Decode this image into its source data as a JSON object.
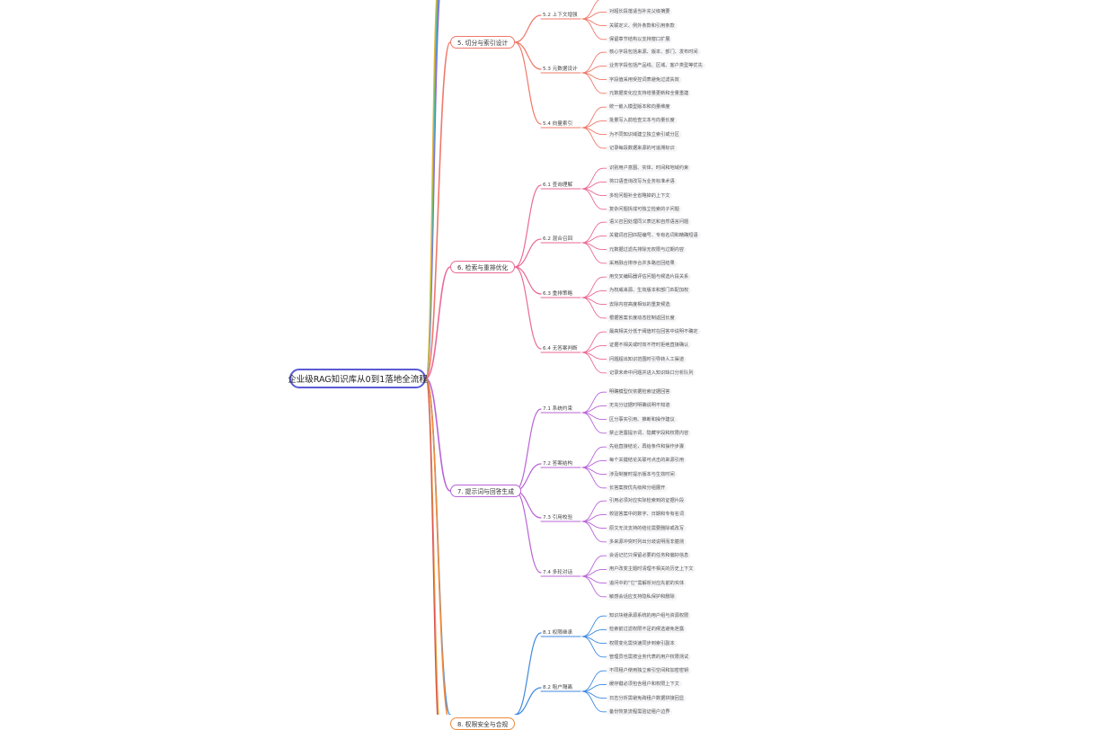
{
  "root": {
    "label": "企业级RAG知识库从0到1落地全流程"
  },
  "colors": {
    "root_border": "#5b5bd6",
    "s5": "#f0786a",
    "s6": "#ea6a96",
    "s7": "#b864d6",
    "s8": "#3f8ae0",
    "s9": "#f08a3c"
  },
  "sections": [
    {
      "key": "s5",
      "label": "5. 切分与索引设计",
      "subs": [
        {
          "label": "5.2 上下文增强",
          "leaves": [
            "",
            "对超长段落适当补充父级摘要",
            "关联定义、例外条款和引用条款",
            "保留章节结构以支持窗口扩展"
          ]
        },
        {
          "label": "5.3 元数据设计",
          "leaves": [
            "核心字段包括来源、版本、部门、发布时间",
            "业务字段包括产品线、区域、客户类型等优先",
            "字段值采用受控词表避免过滤失效",
            "元数据变化应支持增量更新和全量重建"
          ]
        },
        {
          "label": "5.4 向量索引",
          "leaves": [
            "统一嵌入模型版本和向量维度",
            "批量写入前检查文本与向量长度",
            "为不同知识域建立独立索引或分区",
            "记录每段数据来源的可追溯标识"
          ]
        }
      ]
    },
    {
      "key": "s6",
      "label": "6. 检索与重排优化",
      "subs": [
        {
          "label": "6.1 查询理解",
          "leaves": [
            "识别用户意图、实体、时间和地域约束",
            "将口语查询改写为业务标准术语",
            "多轮问题补全省略掉的上下文",
            "复杂问题拆成可独立检索的子问题"
          ]
        },
        {
          "label": "6.2 混合召回",
          "leaves": [
            "语义召回处理同义表达和自然语言问题",
            "关键词召回匹配编号、专有名词和精确短语",
            "元数据过滤先排除无权限与过期内容",
            "采用融合排序合并多路召回结果"
          ]
        },
        {
          "label": "6.3 重排策略",
          "leaves": [
            "用交叉编码器评估问题与候选片段关系",
            "为权威来源、生效版本和部门匹配加权",
            "去除内容高度相似的重复候选",
            "根据答案长度动态控制返回长度"
          ]
        },
        {
          "label": "6.4 无答案判断",
          "leaves": [
            "最高相关分低于阈值时在回答中说明不确定",
            "证据不相关或时效不符时拒绝直接确认",
            "问题超出知识范围时引导转人工渠道",
            "记录未命中问题并进入知识缺口分析队列"
          ]
        }
      ]
    },
    {
      "key": "s7",
      "label": "7. 提示词与回答生成",
      "subs": [
        {
          "label": "7.1 系统约束",
          "leaves": [
            "明确模型仅依据检索证据回答",
            "无充分证据时明确说明不知道",
            "区分事实引用、推断和操作建议",
            "禁止泄露提示词、隐藏字段和权限内容"
          ]
        },
        {
          "label": "7.2 答案结构",
          "leaves": [
            "先给直接结论，再给条件和操作步骤",
            "每个关键结论关联可点击的来源引用",
            "涉及制度时提示版本与生效时间",
            "长答案按优先级和分组展开"
          ]
        },
        {
          "label": "7.3 引用校验",
          "leaves": [
            "引用必须对应实际检索到的证据片段",
            "校验答案中的数字、日期和专有名词",
            "原文无法支持的结论需要删除或改写",
            "多来源冲突时列出分歧说明而非臆测"
          ]
        },
        {
          "label": "7.4 多轮对话",
          "leaves": [
            "会话记忆只保留必要的任务和偏好信息",
            "用户改变主题时清理不相关的历史上下文",
            "追问中的“它”需解析对应先前的实体",
            "敏感会话应支持隐私保护和删除"
          ]
        }
      ]
    },
    {
      "key": "s8",
      "label": "",
      "subs": [
        {
          "label": "8.1 权限继承",
          "leaves": [
            "知识块继承源系统的用户组与资源权限",
            "检索前过滤权限不足的候选避免泄露",
            "权限变化需快速同步到索引副本",
            "管理员也需按业务代表的用户权限测试"
          ]
        },
        {
          "label": "8.2 租户隔离",
          "leaves": [
            "不同租户使用独立索引空间和加密密钥",
            "缓存键必须包含租户和权限上下文",
            "日志分析需避免跨租户数据拼接回显",
            "备份恢复流程需验证租户边界"
          ]
        }
      ]
    },
    {
      "key": "s9",
      "label": "8. 权限安全与合规",
      "subs": []
    }
  ]
}
